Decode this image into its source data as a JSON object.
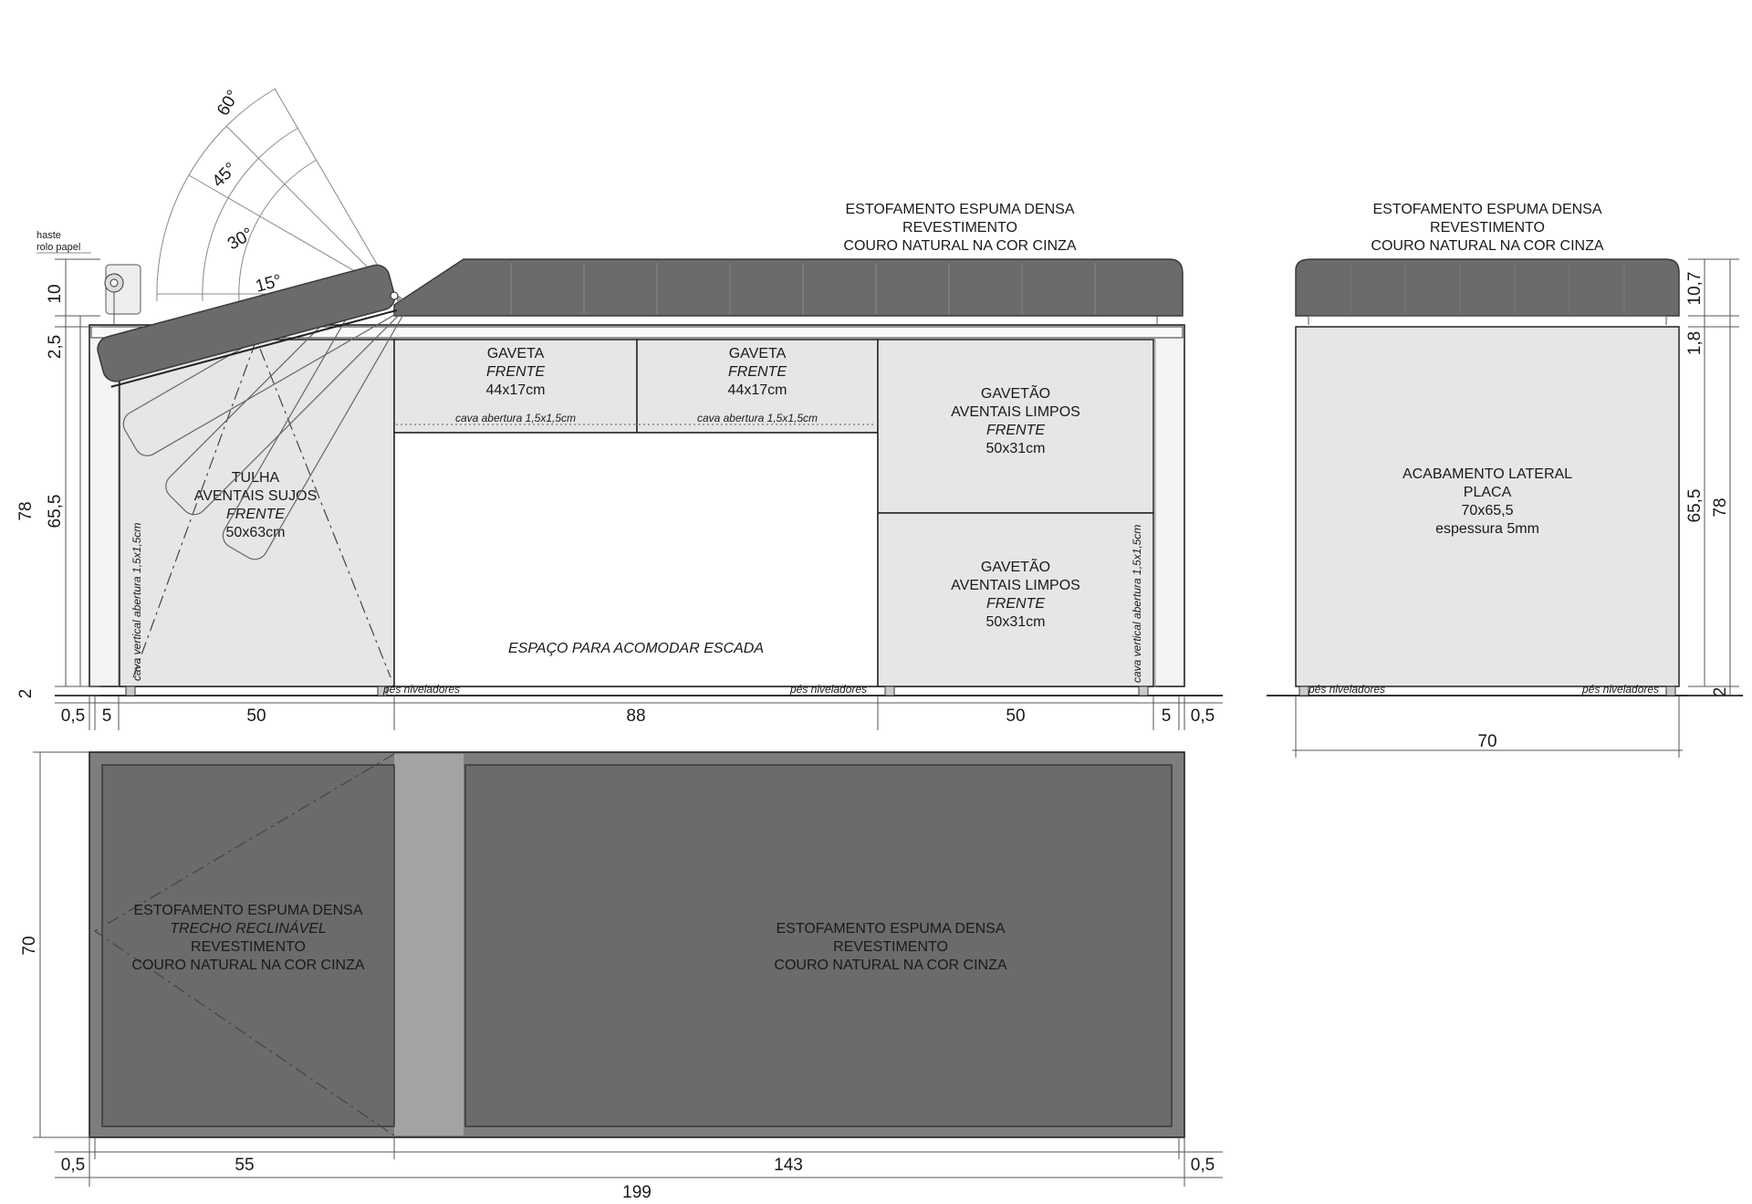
{
  "front_view": {
    "upholstery_label": [
      "ESTOFAMENTO ESPUMA DENSA",
      "REVESTIMENTO",
      "COURO NATURAL NA COR CINZA"
    ],
    "paper_roll_label": [
      "haste",
      "rolo papel"
    ],
    "angles": [
      "15°",
      "30°",
      "45°",
      "60°"
    ],
    "tulha": {
      "title": "TULHA",
      "subtitle": "AVENTAIS SUJOS",
      "face": "FRENTE",
      "size": "50x63cm"
    },
    "drawer_left": {
      "title": "GAVETA",
      "face": "FRENTE",
      "size": "44x17cm",
      "note": "cava  abertura 1,5x1,5cm"
    },
    "drawer_right": {
      "title": "GAVETA",
      "face": "FRENTE",
      "size": "44x17cm",
      "note": "cava  abertura 1,5x1,5cm"
    },
    "big_drawer_top": {
      "title": "GAVETÃO",
      "subtitle": "AVENTAIS LIMPOS",
      "face": "FRENTE",
      "size": "50x31cm"
    },
    "big_drawer_bottom": {
      "title": "GAVETÃO",
      "subtitle": "AVENTAIS LIMPOS",
      "face": "FRENTE",
      "size": "50x31cm"
    },
    "stair_space": "ESPAÇO PARA ACOMODAR ESCADA",
    "vertical_note": "cava vertical abertura 1,5x1,5cm",
    "feet_label": "pés niveladores",
    "dims_left": [
      "10",
      "2,5",
      "65,5",
      "78",
      "2"
    ],
    "dims_bottom": [
      "0,5",
      "5",
      "50",
      "88",
      "50",
      "5",
      "0,5"
    ]
  },
  "side_view": {
    "upholstery_label": [
      "ESTOFAMENTO ESPUMA DENSA",
      "REVESTIMENTO",
      "COURO NATURAL NA COR CINZA"
    ],
    "panel": [
      "ACABAMENTO LATERAL",
      "PLACA",
      "70x65,5",
      "espessura 5mm"
    ],
    "feet_label": "pés niveladores",
    "dims_right": [
      "10,7",
      "1,8",
      "65,5",
      "78",
      "2"
    ],
    "dim_bottom": "70"
  },
  "top_view": {
    "left_cushion": [
      "ESTOFAMENTO ESPUMA DENSA",
      "TRECHO RECLINÁVEL",
      "REVESTIMENTO",
      "COURO NATURAL NA COR CINZA"
    ],
    "right_cushion": [
      "ESTOFAMENTO ESPUMA DENSA",
      "REVESTIMENTO",
      "COURO NATURAL NA COR CINZA"
    ],
    "dim_left": "70",
    "dims_bottom": [
      "0,5",
      "55",
      "143",
      "0,5"
    ],
    "dim_total": "199"
  },
  "colors": {
    "cushion": "#6b6b6b",
    "panel": "#e6e6e6",
    "line": "#222222"
  }
}
